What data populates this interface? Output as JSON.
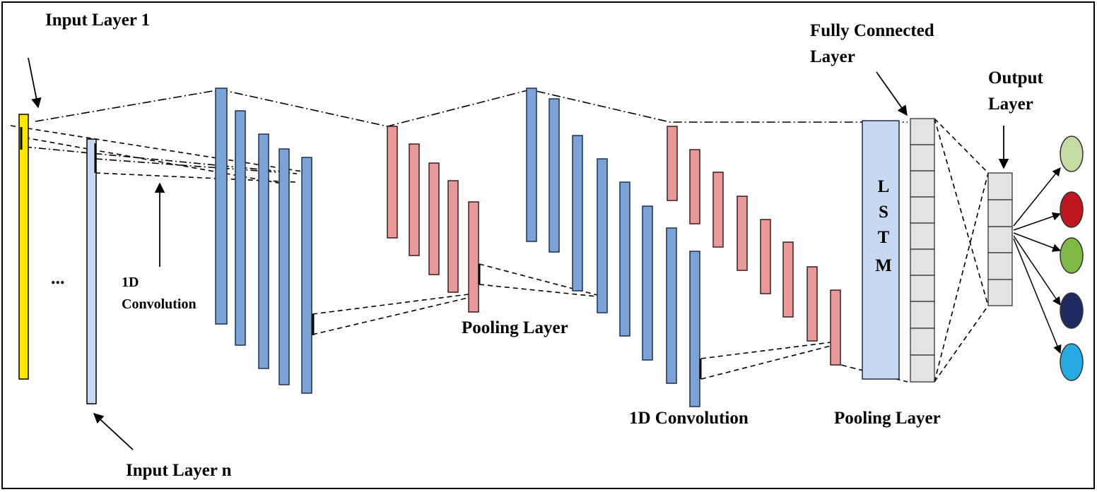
{
  "labels": {
    "input_layer_1": "Input Layer 1",
    "input_layer_n": "Input Layer  n",
    "ellipsis": "...",
    "conv1_line1": "1D",
    "conv1_line2": "Convolution",
    "pooling_1": "Pooling Layer",
    "conv_2": "1D  Convolution",
    "pooling_2": "Pooling Layer",
    "fc_line1": "Fully Connected",
    "fc_line2": "Layer",
    "output_line1": "Output",
    "output_line2": "Layer",
    "lstm_letters": [
      "L",
      "S",
      "T",
      "M"
    ]
  },
  "colors": {
    "input_layer_1": "#FFE600",
    "input_layer_n": "#C6D9F1",
    "conv": "#7BA3D6",
    "pool": "#E8999A",
    "lstm": "#C6D9F1",
    "fc_cell": "#E3E3E3",
    "output_nodes": [
      "#C4DCA4",
      "#C0161F",
      "#7EBA45",
      "#1E2A62",
      "#27A9E1"
    ]
  }
}
